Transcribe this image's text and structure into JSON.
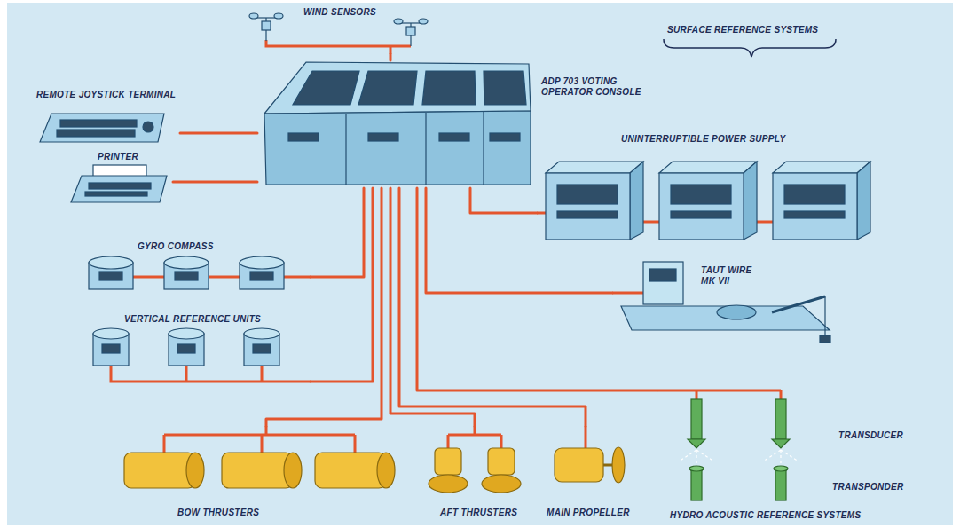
{
  "diagram": {
    "nodes": [
      {
        "text": [
          "WIND SENSORS"
        ]
      },
      {
        "text": [
          "REMOTE JOYSTICK TERMINAL"
        ]
      },
      {
        "text": [
          "ADP 703 VOTING OPERATOR CONSOLE"
        ]
      },
      {
        "text": [
          "PRINTER"
        ]
      },
      {
        "text": [
          "UNINTERRUPTIBLE POWER SUPPLY"
        ]
      },
      {
        "text": [
          "GYRO COMPASS"
        ]
      },
      {
        "text": [
          "TAUT WIRE MK VII"
        ]
      },
      {
        "text": [
          "VERTICAL REFERENCE UNITS"
        ]
      },
      {
        "text": [
          "BOW THRUSTERS"
        ]
      },
      {
        "text": [
          "AFT THRUSTERS"
        ]
      },
      {
        "text": [
          "MAIN PROPELLER"
        ]
      },
      {
        "text": [
          "TRANSDUCER",
          "TRANSPONDER",
          "HYDRO ACOUSTIC REFERENCE SYSTEMS"
        ]
      }
    ],
    "edges": [
      {
        "from": 2,
        "to": 0,
        "arrow": "none"
      },
      {
        "from": 2,
        "to": 1,
        "arrow": "none"
      },
      {
        "from": 2,
        "to": 3,
        "arrow": "none"
      },
      {
        "from": 2,
        "to": 4,
        "arrow": "none"
      },
      {
        "from": 2,
        "to": 5,
        "arrow": "none"
      },
      {
        "from": 2,
        "to": 6,
        "arrow": "none"
      },
      {
        "from": 2,
        "to": 7,
        "arrow": "none"
      },
      {
        "from": 2,
        "to": 8,
        "arrow": "none"
      },
      {
        "from": 2,
        "to": 9,
        "arrow": "none"
      },
      {
        "from": 2,
        "to": 10,
        "arrow": "none"
      },
      {
        "from": 2,
        "to": 11,
        "arrow": "none"
      }
    ],
    "labels": [
      "SURFACE REFERENCE SYSTEMS"
    ]
  }
}
